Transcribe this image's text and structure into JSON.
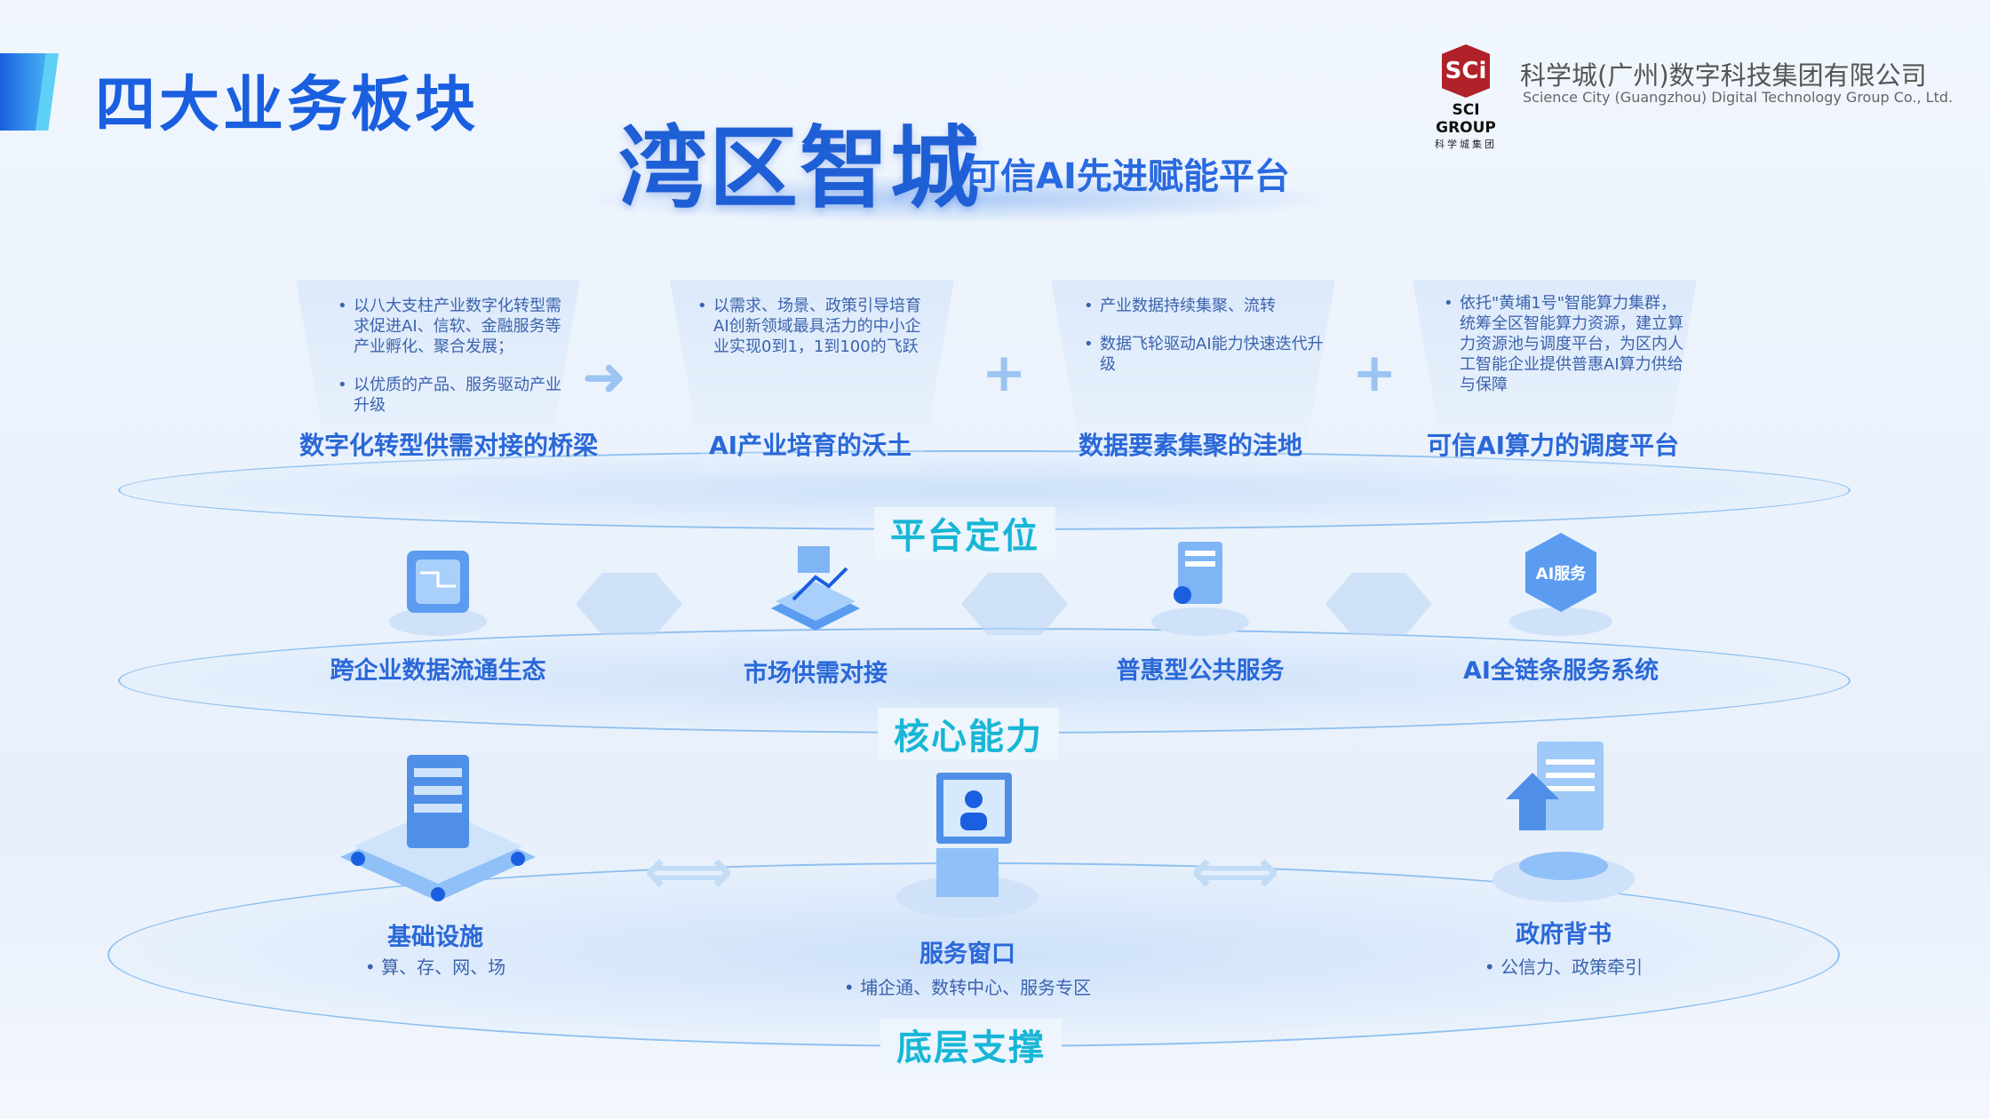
{
  "header": {
    "title": "四大业务板块",
    "hero_title": "湾区智城",
    "hero_subtitle": "可信AI先进赋能平台"
  },
  "company": {
    "logo_mark": "SCi",
    "logo_en": "SCI GROUP",
    "logo_cn": "科学城集团",
    "name_cn": "科学城(广州)数字科技集团有限公司",
    "name_en": "Science City (Guangzhou) Digital Technology Group Co., Ltd."
  },
  "positioning": {
    "label": "平台定位",
    "columns": [
      {
        "bullets": [
          "以八大支柱产业数字化转型需求促进AI、信软、金融服务等产业孵化、聚合发展；",
          "以优质的产品、服务驱动产业升级"
        ],
        "title": "数字化转型供需对接的桥梁"
      },
      {
        "bullets": [
          "以需求、场景、政策引导培育AI创新领域最具活力的中小企业实现0到1，1到100的飞跃"
        ],
        "title": "AI产业培育的沃土"
      },
      {
        "bullets": [
          "产业数据持续集聚、流转",
          "数据飞轮驱动AI能力快速迭代升级"
        ],
        "title": "数据要素集聚的洼地"
      },
      {
        "bullets": [
          "依托\"黄埔1号\"智能算力集群，统筹全区智能算力资源，建立算力资源池与调度平台，为区内人工智能企业提供普惠AI算力供给与保障"
        ],
        "title": "可信AI算力的调度平台"
      }
    ]
  },
  "core": {
    "label": "核心能力",
    "items": [
      "跨企业数据流通生态",
      "市场供需对接",
      "普惠型公共服务",
      "AI全链条服务系统"
    ],
    "badge": "AI服务"
  },
  "base": {
    "label": "底层支撑",
    "items": [
      {
        "title": "基础设施",
        "sub": "算、存、网、场"
      },
      {
        "title": "服务窗口",
        "sub": "埔企通、数转中心、服务专区"
      },
      {
        "title": "政府背书",
        "sub": "公信力、政策牵引"
      }
    ]
  },
  "colors": {
    "primary": "#1a5fe0",
    "accent": "#17b6d6",
    "logo": "#b0212a"
  }
}
